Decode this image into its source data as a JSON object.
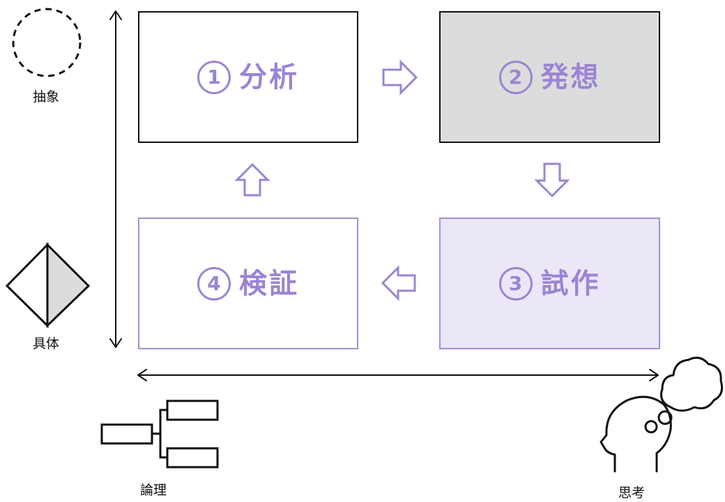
{
  "steps": [
    {
      "id": "analysis",
      "number": "1",
      "label": "分析"
    },
    {
      "id": "ideation",
      "number": "2",
      "label": "発想"
    },
    {
      "id": "prototype",
      "number": "3",
      "label": "試作"
    },
    {
      "id": "verify",
      "number": "4",
      "label": "検証"
    }
  ],
  "axis_labels": {
    "abstract": "抽象",
    "concrete": "具体",
    "logic": "論理",
    "thinking": "思考"
  },
  "colors": {
    "accent": "#9b84d2",
    "accent_light": "#ece7f7",
    "gray_fill": "#dcdcdc",
    "line": "#111111"
  },
  "icons": {
    "abstract": "dashed-circle-icon",
    "concrete": "diamond-icon",
    "logic": "tree-diagram-icon",
    "thinking": "thinking-head-icon"
  }
}
